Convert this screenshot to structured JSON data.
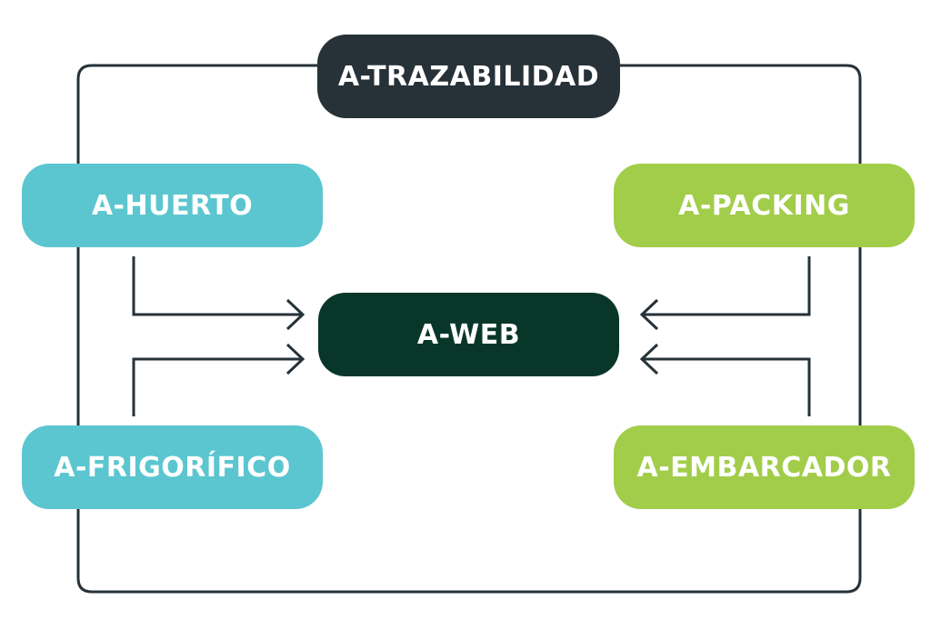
{
  "nodes": {
    "trazabilidad": {
      "label": "A-TRAZABILIDAD",
      "color": "#263238"
    },
    "huerto": {
      "label": "A-HUERTO",
      "color": "#5bc6cf"
    },
    "packing": {
      "label": "A-PACKING",
      "color": "#a2cd4a"
    },
    "web": {
      "label": "A-WEB",
      "color": "#08372a"
    },
    "frigorifico": {
      "label": "A-FRIGORÍFICO",
      "color": "#5bc6cf"
    },
    "embarcador": {
      "label": "A-EMBARCADOR",
      "color": "#a2cd4a"
    }
  },
  "line_color": "#263238",
  "edges": [
    {
      "from": "huerto",
      "to": "web"
    },
    {
      "from": "frigorifico",
      "to": "web"
    },
    {
      "from": "packing",
      "to": "web"
    },
    {
      "from": "embarcador",
      "to": "web"
    }
  ]
}
